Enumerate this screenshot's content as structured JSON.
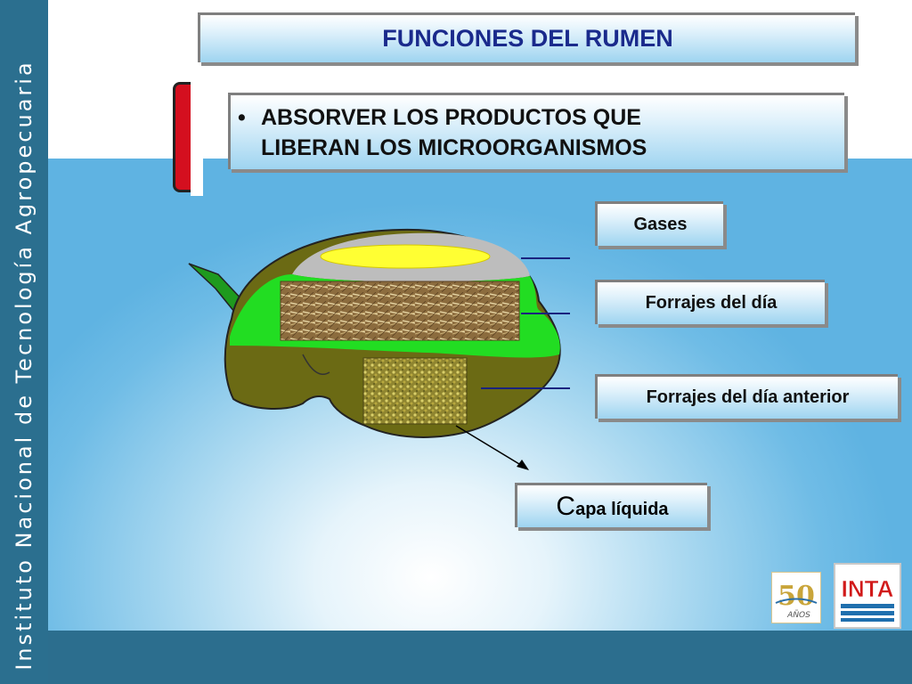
{
  "slide": {
    "title": "FUNCIONES DEL RUMEN",
    "bullet_marker": "•",
    "bullet_text": "ABSORVER LOS PRODUCTOS QUE LIBERAN LOS MICROORGANISMOS",
    "bullet_line1": "ABSORVER LOS PRODUCTOS QUE",
    "bullet_line2": "LIBERAN LOS MICROORGANISMOS"
  },
  "labels": {
    "gases": "Gases",
    "forrajes_dia": "Forrajes del día",
    "forrajes_dia_anterior": "Forrajes del día anterior",
    "capa_liquida_initial": "C",
    "capa_liquida_rest": "apa líquida"
  },
  "sidebar": {
    "vertical_text": "Instituto Nacional de Tecnología Agropecuaria"
  },
  "logos": {
    "anniversary_number": "50",
    "anniversary_word": "AÑOS",
    "institution_logo_text": "INTA"
  },
  "colors": {
    "title_text": "#1a2a8c",
    "sidebar": "#2b6f8f",
    "accent_red": "#d40f1f",
    "rumen_green": "#22dd22",
    "rumen_olive": "#6b6a14",
    "gas_layer": "#bdbdbd",
    "gas_bubble": "#ffff33",
    "pointer_lines": "#1a237e"
  }
}
